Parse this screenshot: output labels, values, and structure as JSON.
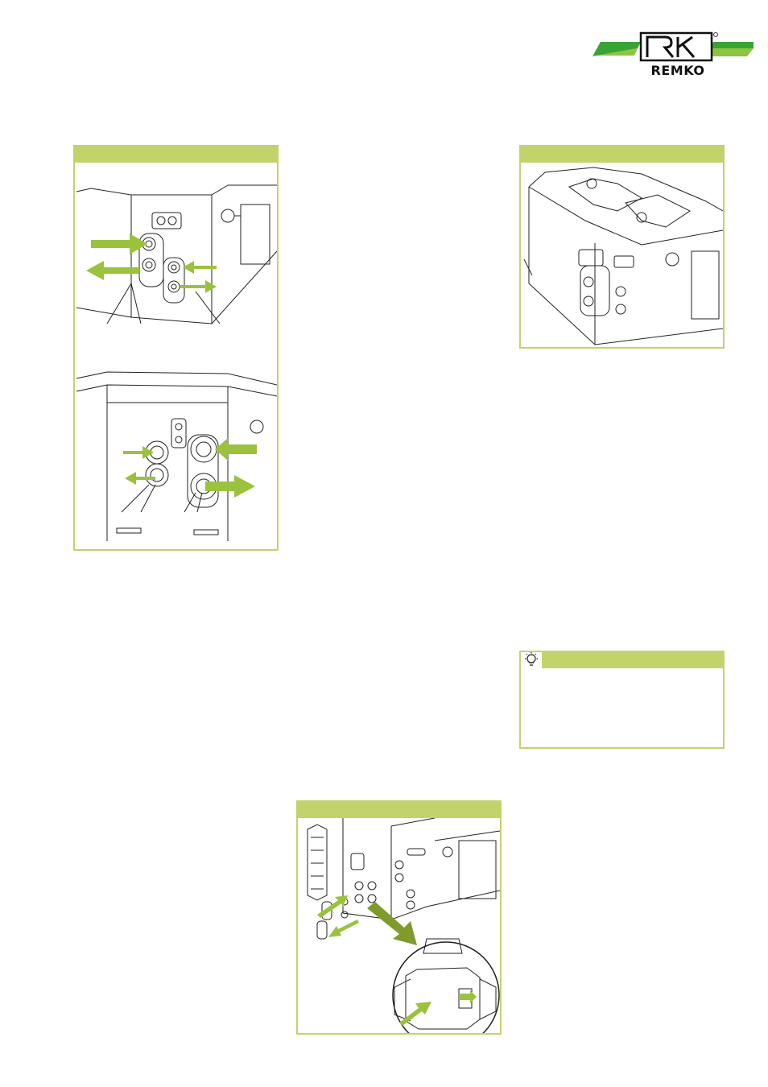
{
  "brand": {
    "name": "REMKO",
    "colors": {
      "accent": "#c3d36c",
      "stripe_dark": "#3aa335",
      "stripe_light": "#8cc63f",
      "arrow": "#9bc23c"
    }
  },
  "figures": [
    {
      "id": "fig-connections-upper-lower",
      "icons": [
        "inlet-arrow-icon",
        "outlet-arrow-icon"
      ]
    },
    {
      "id": "fig-unit-top-view",
      "icons": [
        "valve-icon"
      ]
    },
    {
      "id": "fig-valve-detail",
      "icons": [
        "magnify-arrow-icon",
        "flow-arrow-icon"
      ]
    }
  ],
  "tip": {
    "icon": "lightbulb-icon"
  }
}
